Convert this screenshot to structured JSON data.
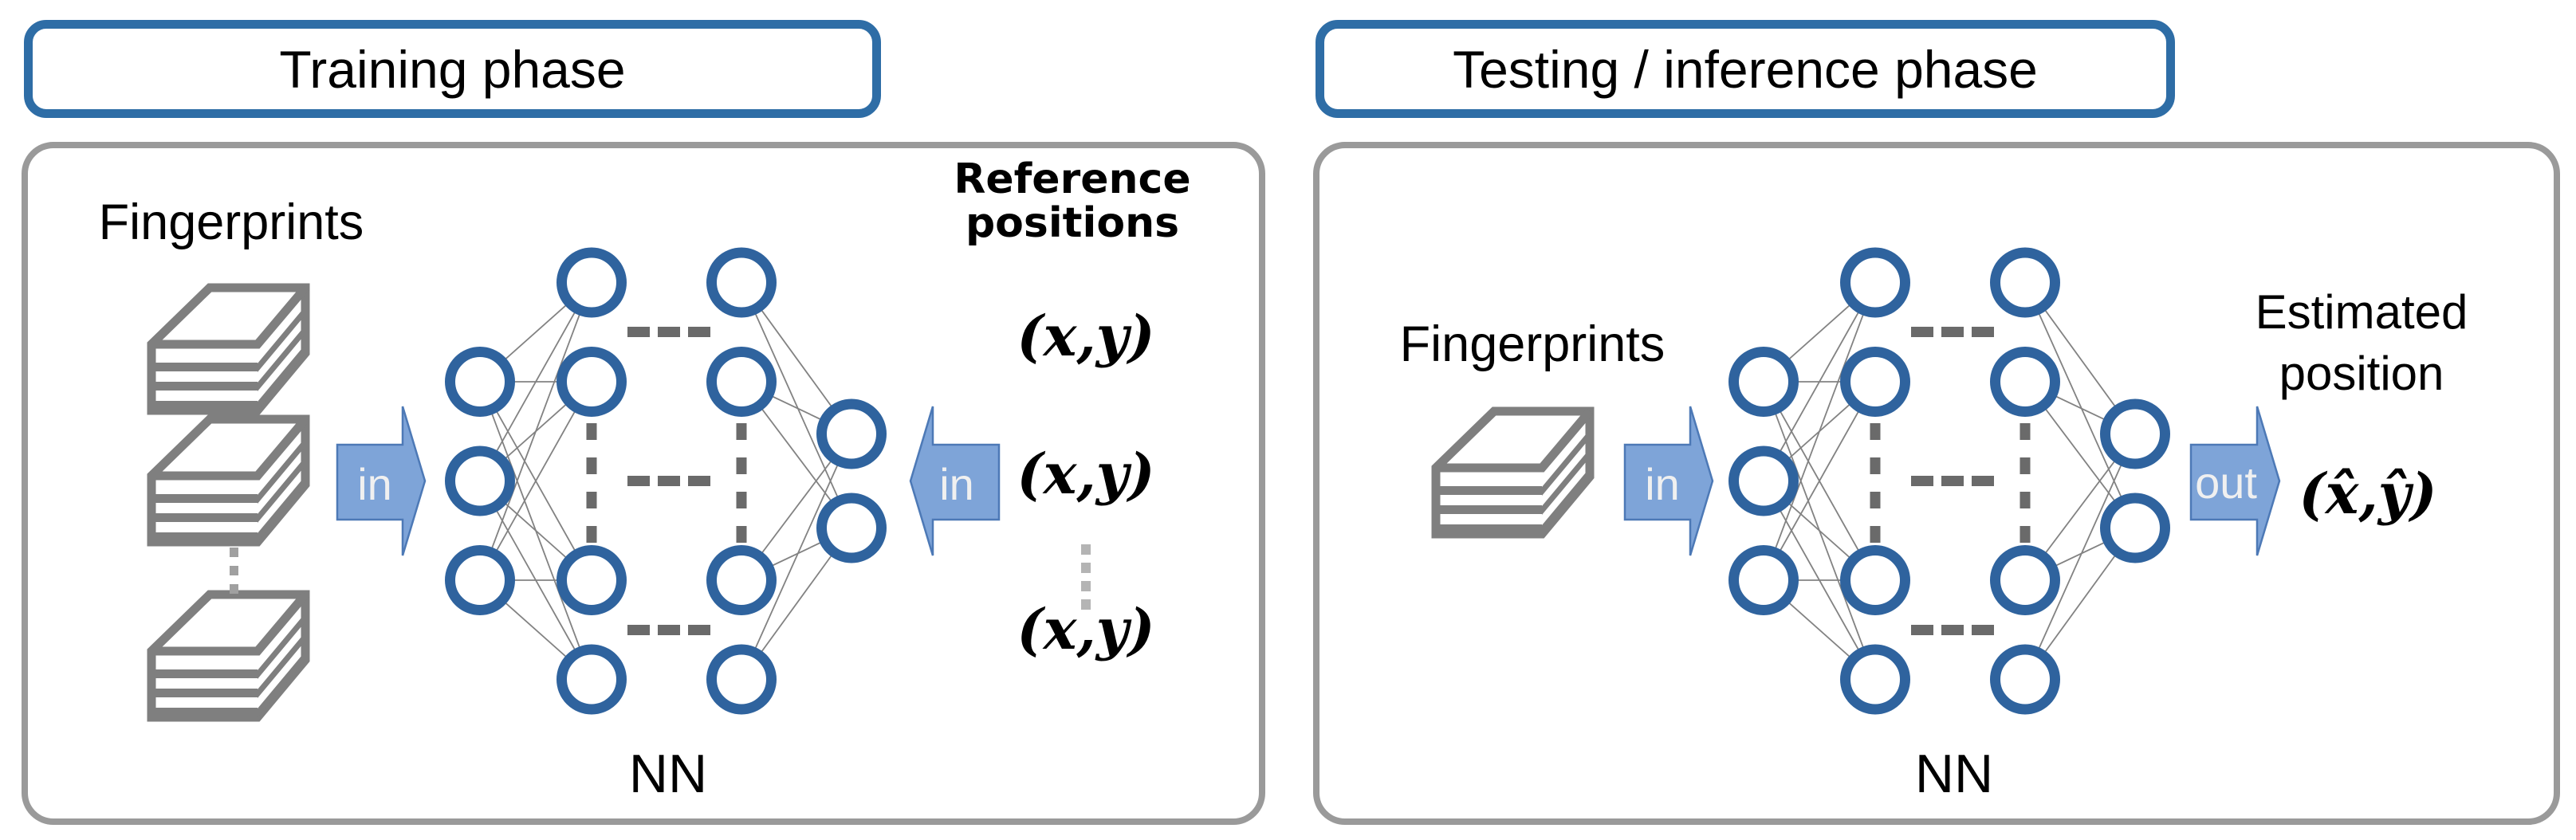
{
  "titles": {
    "training": "Training phase",
    "testing": "Testing / inference phase"
  },
  "training_panel": {
    "fingerprints_label": "Fingerprints",
    "input_arrow_label": "in",
    "target_arrow_label": "in",
    "reference_line1": "Reference",
    "reference_line2": "positions",
    "coordinates": [
      "(x,y)",
      "(x,y)",
      "(x,y)"
    ],
    "nn_label": "NN"
  },
  "testing_panel": {
    "fingerprints_label": "Fingerprints",
    "input_arrow_label": "in",
    "output_arrow_label": "out",
    "estimated_line1": "Estimated",
    "estimated_line2": "position",
    "estimated_coordinates": "(x̂,ŷ)",
    "nn_label": "NN"
  },
  "nn_structure": {
    "layers": [
      3,
      4,
      4,
      2
    ],
    "hidden_rows_elided": true
  },
  "colors": {
    "node_blue": "#2F639E",
    "title_border_blue": "#2E6DA6",
    "panel_border_gray": "#9A9A9A",
    "arrow_fill": "#7EA4D8",
    "arrow_border": "#4D79B6",
    "icon_gray": "#7F7F7F",
    "nn_dash_gray": "#6A6A6A",
    "light_dot_gray": "#A0A0A0",
    "ref_dot_gray": "#B4B4B4",
    "connection_gray": "#828282"
  }
}
